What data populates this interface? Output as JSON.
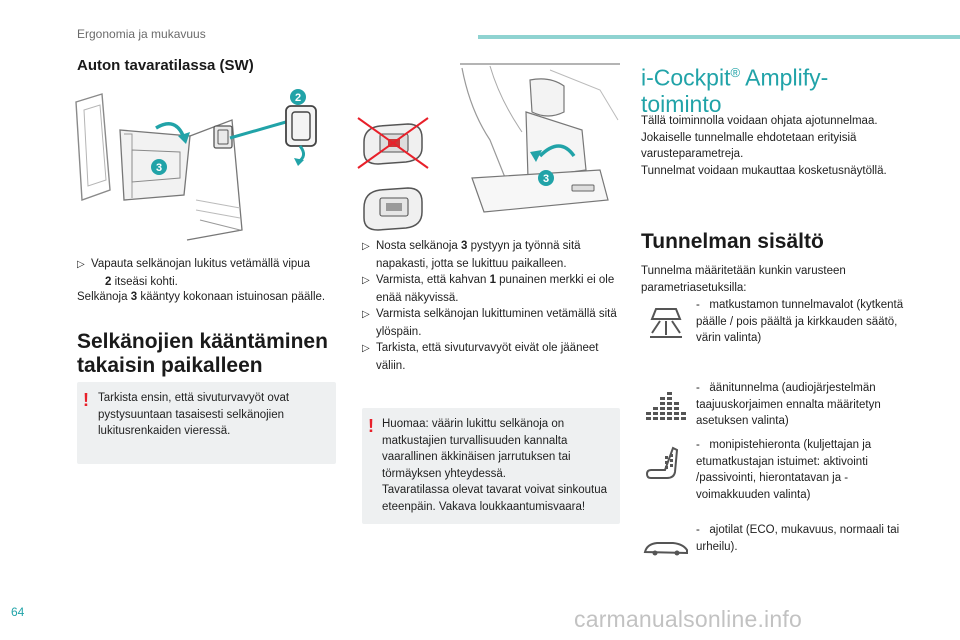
{
  "header": {
    "section": "Ergonomia ja mukavuus"
  },
  "left": {
    "title": "Auton tavaratilassa (SW)",
    "figure_badges": {
      "b2": "2",
      "b3": "3"
    },
    "step1_a": "Vapauta selkänojan lukitus vetämällä vipua",
    "step1_b_num": "2",
    "step1_b": " itseäsi kohti.",
    "para1_a": "Selkänoja ",
    "para1_num": "3",
    "para1_b": " kääntyy kokonaan istuinosan päälle.",
    "section_title_1": "Selkänojien kääntäminen",
    "section_title_2": "takaisin paikalleen",
    "warning": "Tarkista ensin, että sivuturvavyöt ovat pystysuuntaan tasaisesti selkänojien lukitusrenkaiden vieressä."
  },
  "middle": {
    "figure_badges": {
      "b3": "3"
    },
    "b1_a": "Nosta selkänoja ",
    "b1_num": "3",
    "b1_b": " pystyyn ja työnnä sitä napakasti, jotta se lukittuu paikalleen.",
    "b2_a": "Varmista, että kahvan ",
    "b2_num": "1",
    "b2_b": " punainen merkki ei ole enää näkyvissä.",
    "b3": "Varmista selkänojan lukittuminen vetämällä sitä ylöspäin.",
    "b4": "Tarkista, että sivuturvavyöt eivät ole jääneet väliin.",
    "warning_1": "Huomaa: väärin lukittu selkänoja on matkustajien turvallisuuden kannalta vaarallinen äkkinäisen jarrutuksen tai törmäyksen yhteydessä.",
    "warning_2": "Tavaratilassa olevat tavarat voivat sinkoutua eteenpäin. Vakava loukkaantumisvaara!"
  },
  "right": {
    "title_1a": "i-Cockpit",
    "title_reg": "®",
    "title_1b": " Amplify-",
    "title_2": "toiminto",
    "intro": "Tällä toiminnolla voidaan ohjata ajotunnelmaa. Jokaiselle tunnelmalle ehdotetaan erityisiä varusteparametreja.",
    "intro_2": "Tunnelmat voidaan mukauttaa kosketusnäytöllä.",
    "section_title": "Tunnelman sisältö",
    "section_intro": "Tunnelma määritetään kunkin varusteen parametriasetuksilla:",
    "features": [
      {
        "icon": "cabin-light-icon",
        "text": "-   matkustamon tunnelmavalot (kytkentä päälle / pois päältä ja kirkkauden säätö, värin valinta)"
      },
      {
        "icon": "sound-equalizer-icon",
        "text": "-   äänitunnelma (audiojärjestelmän taajuuskorjaimen ennalta määritetyn asetuksen valinta)"
      },
      {
        "icon": "seat-massage-icon",
        "text": "-   monipistehieronta (kuljettajan ja etumatkustajan istuimet: aktivointi /passivointi, hierontatavan ja -voimakkuuden valinta)"
      },
      {
        "icon": "driving-mode-icon",
        "text": "-   ajotilat (ECO, mukavuus, normaali tai urheilu)."
      }
    ]
  },
  "footer": {
    "page": "64",
    "watermark": "carmanualsonline.info"
  }
}
